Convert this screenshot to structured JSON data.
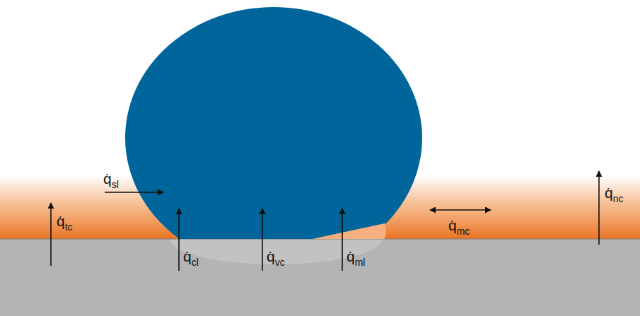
{
  "diagram": {
    "labels": [
      "q̇sl",
      "q̇tc",
      "q̇cl",
      "q̇vc",
      "q̇ml",
      "q̇mc",
      "q̇nc"
    ]
  }
}
